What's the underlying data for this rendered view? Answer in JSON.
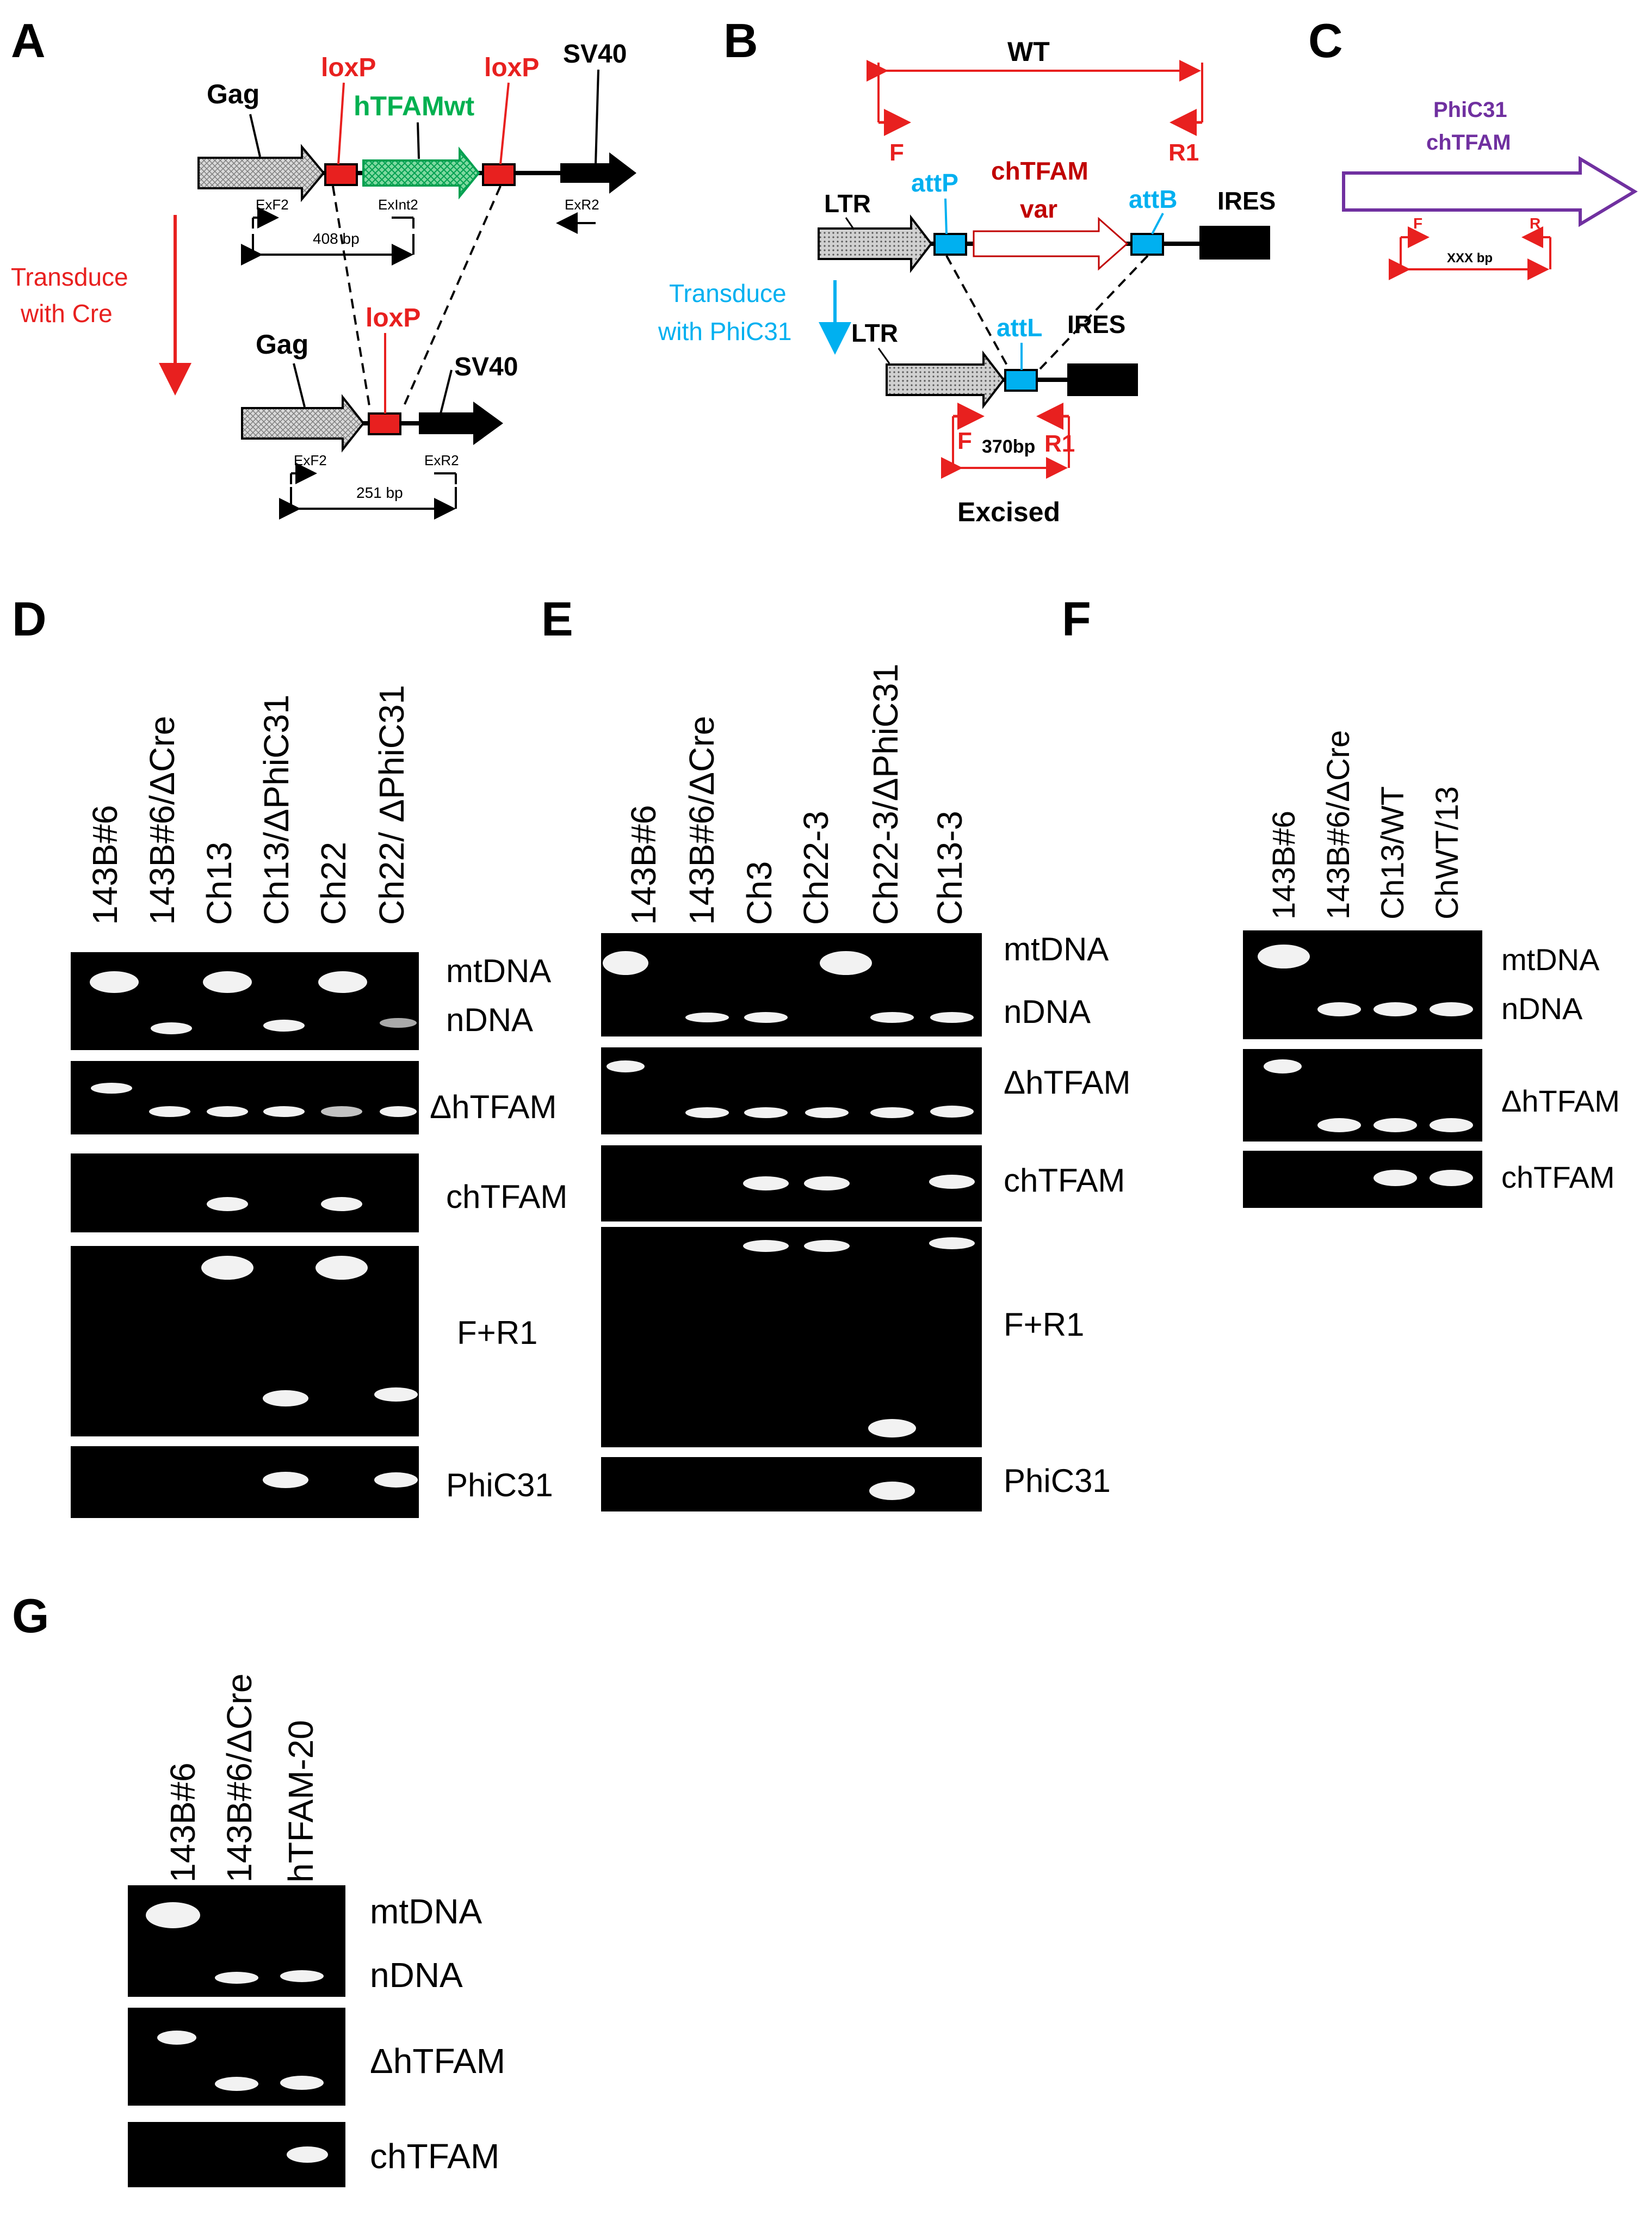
{
  "panels": {
    "A": {
      "letter": "A",
      "gag_top": "Gag",
      "loxp_left": "loxP",
      "hTFAMwt": "hTFAMwt",
      "loxp_right": "loxP",
      "sv40_top": "SV40",
      "exf2_top": "ExF2",
      "exint2": "ExInt2",
      "exr2_top": "ExR2",
      "size_top": "408 bp",
      "transduce": "Transduce",
      "with_cre": "with Cre",
      "gag_bottom": "Gag",
      "loxp_bottom": "loxP",
      "sv40_bottom": "SV40",
      "exf2_bottom": "ExF2",
      "exr2_bottom": "ExR2",
      "size_bottom": "251 bp"
    },
    "B": {
      "letter": "B",
      "wt": "WT",
      "f_top": "F",
      "r1_top": "R1",
      "ltr_top": "LTR",
      "attP": "attP",
      "chtfam": "chTFAM",
      "var": "var",
      "attB": "attB",
      "ires_top": "IRES",
      "transduce": "Transduce",
      "with_phic31": "with PhiC31",
      "ltr_bottom": "LTR",
      "attL": "attL",
      "ires_bottom": "IRES",
      "f_bottom": "F",
      "size": "370bp",
      "r1_bottom": "R1",
      "excised": "Excised"
    },
    "C": {
      "letter": "C",
      "phic31": "PhiC31",
      "chtfam": "chTFAM",
      "f": "F",
      "r": "R",
      "size": "XXX bp"
    },
    "D": {
      "letter": "D",
      "lanes": [
        "143B#6",
        "143B#6/ΔCre",
        "Ch13",
        "Ch13/ΔPhiC31",
        "Ch22",
        "Ch22/ ΔPhiC31"
      ],
      "labels": [
        "mtDNA",
        "nDNA",
        "ΔhTFAM",
        "chTFAM",
        "F+R1",
        "PhiC31"
      ]
    },
    "E": {
      "letter": "E",
      "lanes": [
        "143B#6",
        "143B#6/ΔCre",
        "Ch3",
        "Ch22-3",
        "Ch22-3/ΔPhiC31",
        "Ch13-3"
      ],
      "labels": [
        "mtDNA",
        "nDNA",
        "ΔhTFAM",
        "chTFAM",
        "F+R1",
        "PhiC31"
      ]
    },
    "F": {
      "letter": "F",
      "lanes": [
        "143B#6",
        "143B#6/ΔCre",
        "Ch13/WT",
        "ChWT/13"
      ],
      "labels": [
        "mtDNA",
        "nDNA",
        "ΔhTFAM",
        "chTFAM"
      ]
    },
    "G": {
      "letter": "G",
      "lanes": [
        "143B#6",
        "143B#6/ΔCre",
        "hTFAM-20"
      ],
      "labels": [
        "mtDNA",
        "nDNA",
        "ΔhTFAM",
        "chTFAM"
      ]
    }
  },
  "colors": {
    "red": "#e8201f",
    "green": "#00b050",
    "cyan": "#00b0f0",
    "purple": "#7030a0",
    "darkred": "#c00000",
    "gel": "#000000",
    "band": "#f2f2f2"
  }
}
